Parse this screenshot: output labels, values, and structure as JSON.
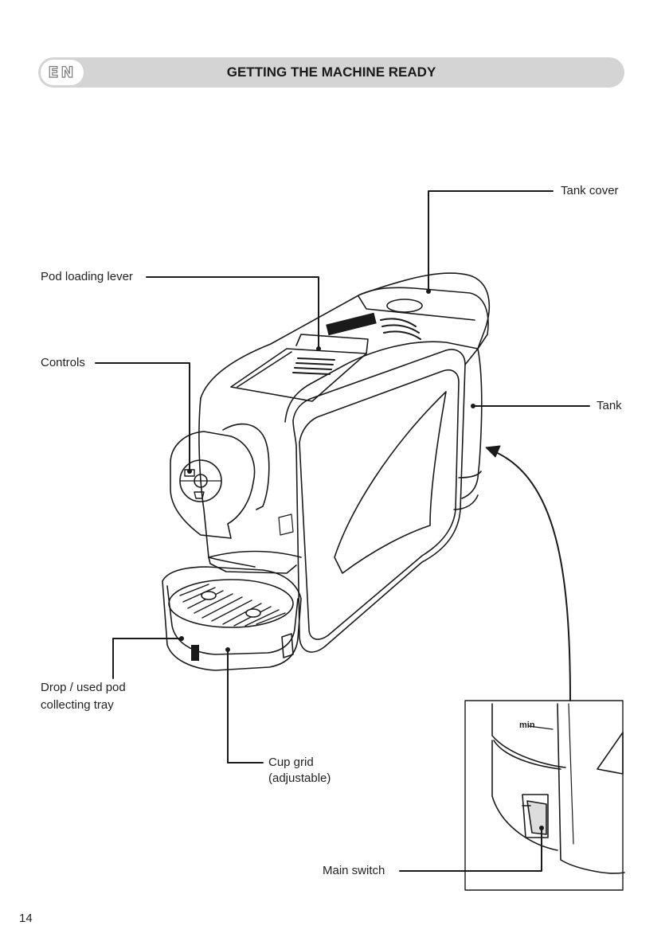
{
  "header": {
    "language_code": "EN",
    "title": "GETTING THE MACHINE READY"
  },
  "labels": {
    "tank_cover": "Tank cover",
    "pod_loading_lever": "Pod loading lever",
    "controls": "Controls",
    "tank": "Tank",
    "drop_tray_line1": "Drop / used pod",
    "drop_tray_line2": "collecting tray",
    "cup_grid_line1": "Cup grid",
    "cup_grid_line2": "(adjustable)",
    "main_switch": "Main switch",
    "inset_min": "min"
  },
  "page_number": "14"
}
